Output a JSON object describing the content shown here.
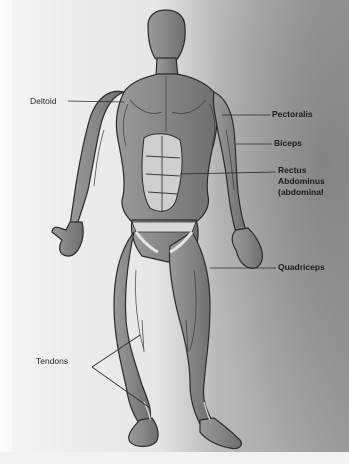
{
  "labels": {
    "deltoid": "Deltoid",
    "pectoralis": "Pectoralis",
    "biceps": "Biceps",
    "rectus_line1": "Rectus",
    "rectus_line2": "Abdominus",
    "rectus_line3": "(abdominal",
    "quadriceps": "Quadriceps",
    "tendons": "Tendons"
  },
  "colors": {
    "page_left": "#f5f5f2",
    "page_right_shadow": "#8a8a8a",
    "muscle_fill": "#8c8c8c",
    "muscle_dark": "#5a5a5a",
    "outline": "#2b2b2b",
    "label_text": "#1a1a1a"
  }
}
